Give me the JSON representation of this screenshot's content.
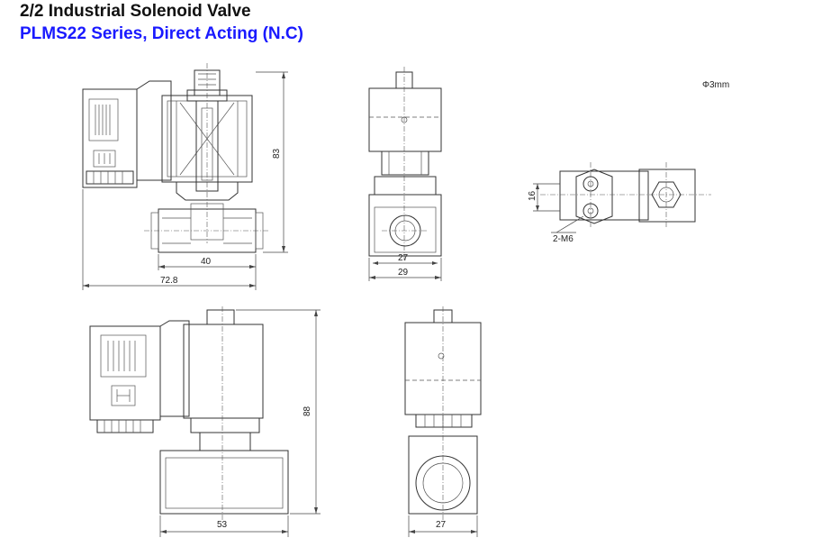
{
  "header": {
    "title": "2/2 Industrial Solenoid Valve",
    "subtitle": "PLMS22 Series, Direct Acting  (N.C)"
  },
  "dimensions": {
    "top_front_height": "83",
    "top_front_width_inner": "40",
    "top_front_width_overall": "72.8",
    "top_side_width_inner": "27",
    "top_side_width_overall": "29",
    "port_view_height": "16",
    "port_view_thread": "2-M6",
    "orifice": "Φ3mm",
    "bottom_front_height": "88",
    "bottom_front_width": "53",
    "bottom_side_width": "27"
  },
  "colors": {
    "title": "#111111",
    "subtitle": "#1a1aff",
    "line": "#333333"
  }
}
